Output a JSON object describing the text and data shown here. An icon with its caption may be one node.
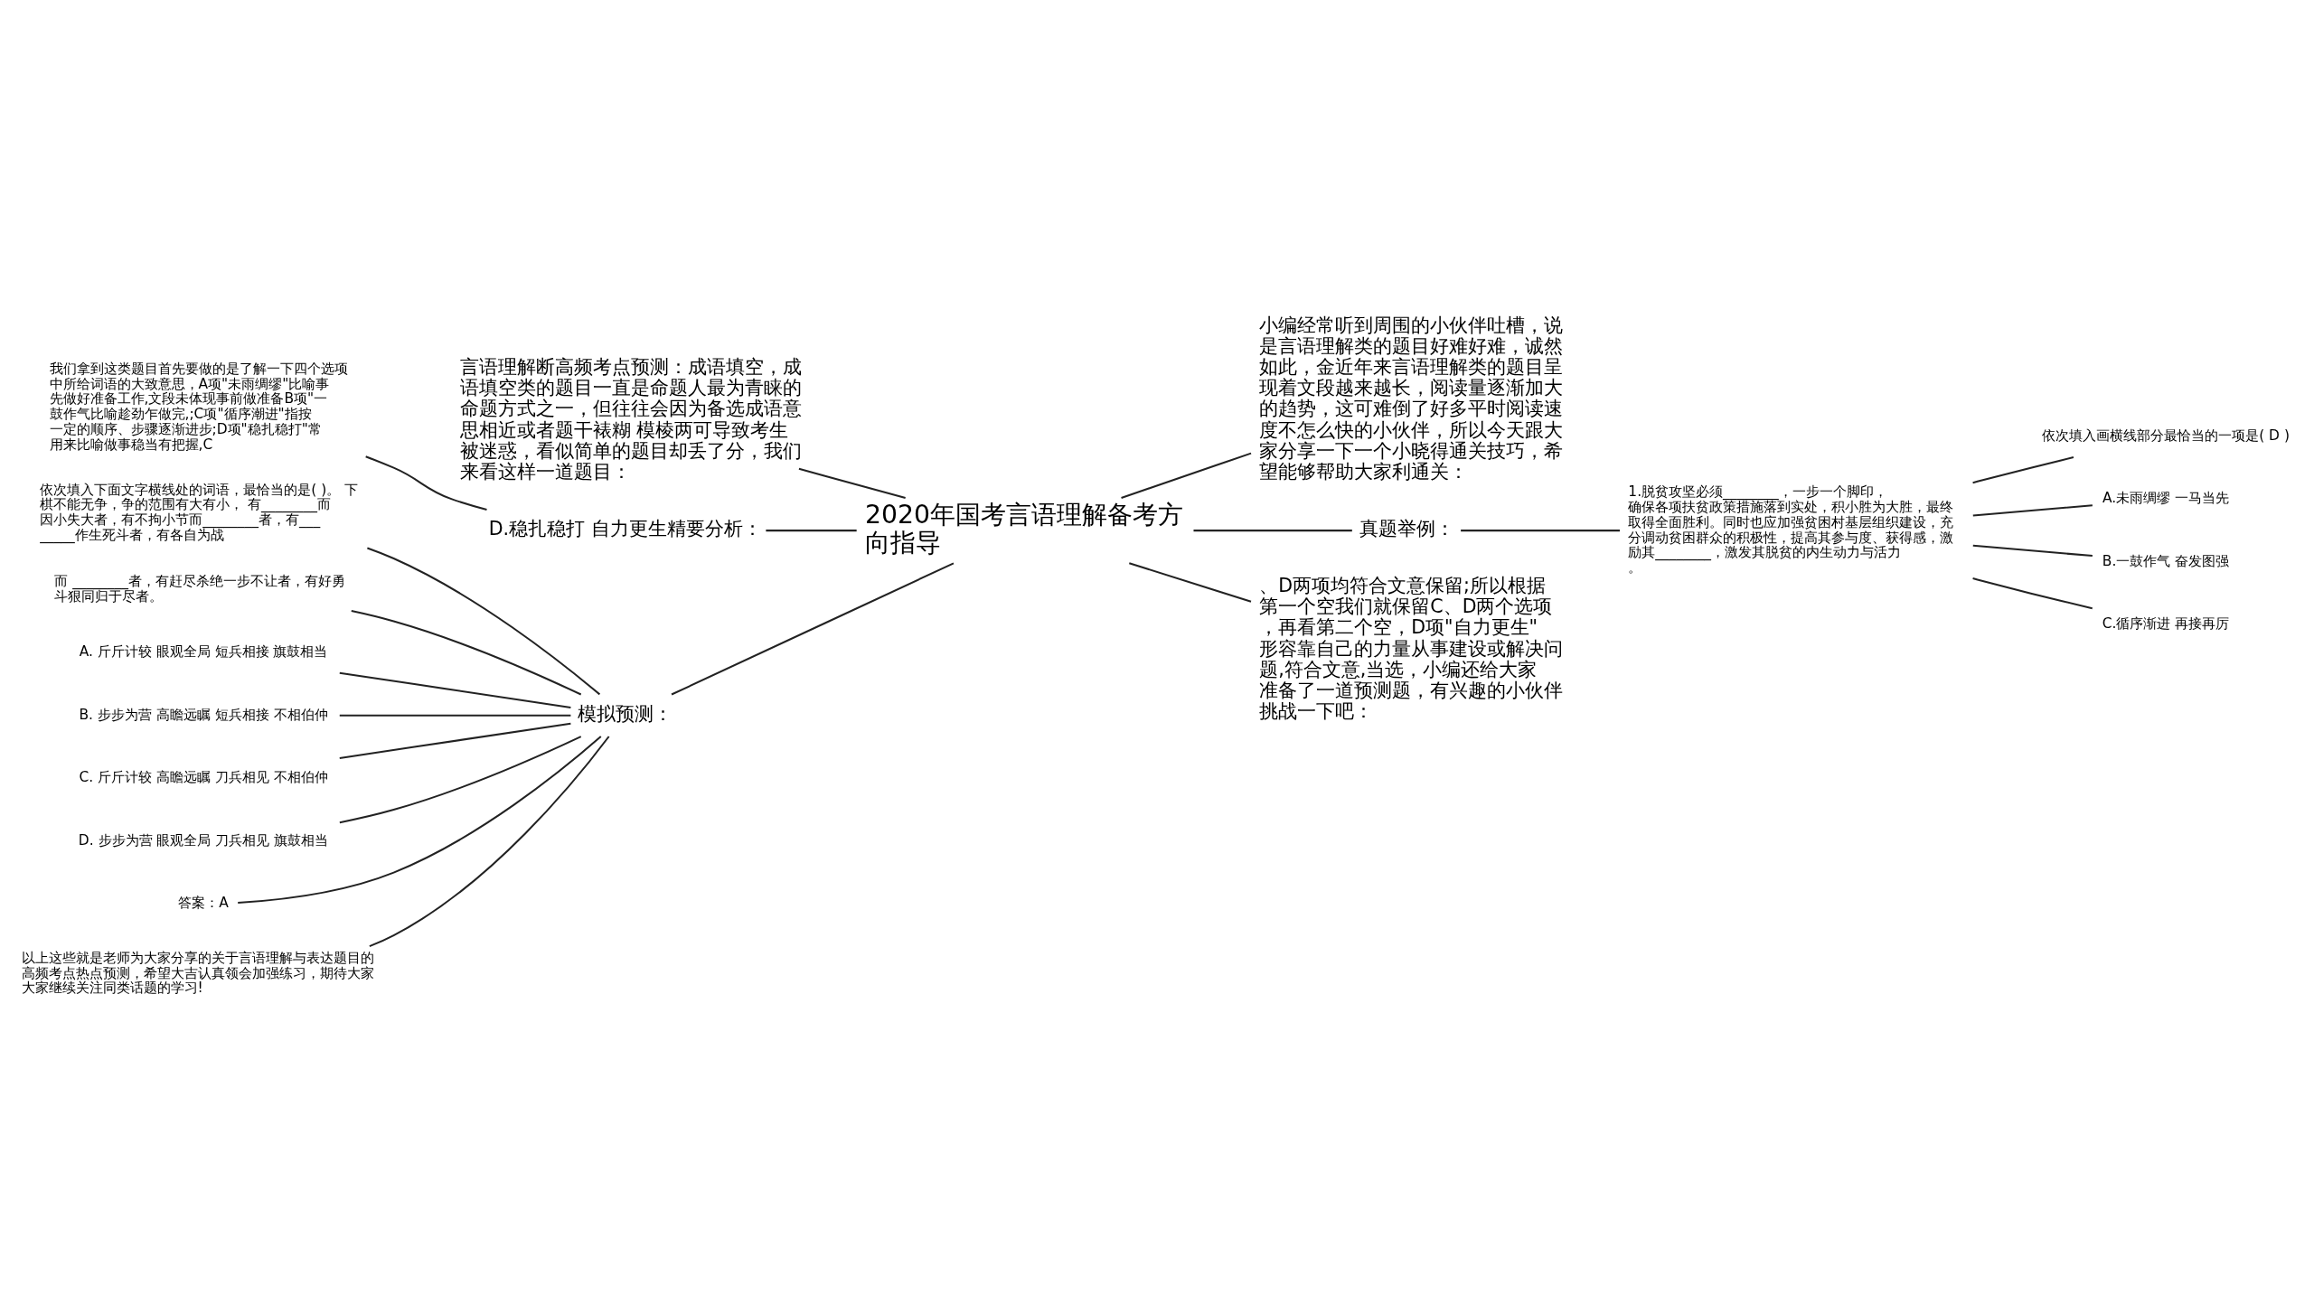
{
  "diagram": {
    "nodes": [
      {
        "text": [
          "2020年国考言语理解备考方向指导"
        ]
      },
      {
        "text": [
          "言语理解断高频考点预测：成语填空，成语填空类的题目一直是命题人最为青睐的命题方式之一，但往往会因为备选成语意思相近或者题干裱糊 模棱两可导致考生被迷惑，看似简单的题目却丢了分，我们来看这样一道题目："
        ]
      },
      {
        "text": [
          "D.稳扎稳打 自力更生精要分析："
        ]
      },
      {
        "text": [
          "我们拿到这类题目首先要做的是了解一下四个选项中所给词语的大致意思，A项\"未雨绸缪\"比喻事先做好准备工作,文段未体现事前做准备B项\"一鼓作气比喻趁劲乍做完,;C项\"循序潮进\"指按一定的顺序、步骤逐渐进步;D项\"稳扎稳打\"常用来比喻做事稳当有把握,C"
        ]
      },
      {
        "text": [
          "模拟预测："
        ]
      },
      {
        "text": [
          "依次填入下面文字横线处的词语，最恰当的是( )。 下棋不能无争，争的范围有大有小， 有________而因小失大者，有不拘小节而________者，有________作生死斗者，有各自为战"
        ]
      },
      {
        "text": [
          "而 ________者，有赶尽杀绝一步不让者，有好勇斗狠同归于尽者。"
        ]
      },
      {
        "text": [
          "A. 斤斤计较 眼观全局 短兵相接 旗鼓相当"
        ]
      },
      {
        "text": [
          "B. 步步为营 高瞻远瞩 短兵相接 不相伯仲"
        ]
      },
      {
        "text": [
          "C. 斤斤计较 高瞻远瞩 刀兵相见 不相伯仲"
        ]
      },
      {
        "text": [
          "D. 步步为营 眼观全局 刀兵相见 旗鼓相当"
        ]
      },
      {
        "text": [
          "答案：A"
        ]
      },
      {
        "text": [
          "以上这些就是老师为大家分享的关于言语理解与表达题目的高频考点热点预测，希望大吉认真领会加强练习，期待大家大家继续关注同类话题的学习!"
        ]
      },
      {
        "text": [
          "小编经常听到周围的小伙伴吐槽，说是言语理解类的题目好难好难，诚然如此，金近年来言语理解类的题目呈现着文段越来越长，阅读量逐渐加大的趋势，这可难倒了好多平时阅读速度不怎么快的小伙伴，所以今天跟大家分享一下一个小晓得通关技巧，希望能够帮助大家利通关："
        ]
      },
      {
        "text": [
          "真题举例："
        ]
      },
      {
        "text": [
          "1.脱贫攻坚必须________，一步一个脚印，确保各项扶贫政策措施落到实处，积小胜为大胜，最终取得全面胜利。同时也应加强贫困村基层组织建设，充分调动贫困群众的积极性，提高其参与度、获得感，激励其________，激发其脱贫的内生动力与活力。"
        ]
      },
      {
        "text": [
          "依次填入画横线部分最恰当的一项是( D )"
        ]
      },
      {
        "text": [
          "A.未雨绸缪 一马当先"
        ]
      },
      {
        "text": [
          "B.一鼓作气 奋发图强"
        ]
      },
      {
        "text": [
          "C.循序渐进 再接再厉"
        ]
      },
      {
        "text": [
          "、D两项均符合文意保留;所以根据第一个空我们就保留C、D两个选项，再看第二个空，D项\"自力更生\"形容靠自己的力量从事建设或解决问题,符合文意,当选，小编还给大家准备了一道预测题，有兴趣的小伙伴挑战一下吧："
        ]
      }
    ],
    "edges": [
      {
        "from": 1,
        "to": 0,
        "arrow": "none"
      },
      {
        "from": 2,
        "to": 0,
        "arrow": "none"
      },
      {
        "from": 3,
        "to": 2,
        "arrow": "none"
      },
      {
        "from": 4,
        "to": 0,
        "arrow": "none"
      },
      {
        "from": 5,
        "to": 4,
        "arrow": "none"
      },
      {
        "from": 6,
        "to": 4,
        "arrow": "none"
      },
      {
        "from": 7,
        "to": 4,
        "arrow": "none"
      },
      {
        "from": 8,
        "to": 4,
        "arrow": "none"
      },
      {
        "from": 9,
        "to": 4,
        "arrow": "none"
      },
      {
        "from": 10,
        "to": 4,
        "arrow": "none"
      },
      {
        "from": 11,
        "to": 4,
        "arrow": "none"
      },
      {
        "from": 12,
        "to": 4,
        "arrow": "none"
      },
      {
        "from": 0,
        "to": 13,
        "arrow": "none"
      },
      {
        "from": 0,
        "to": 14,
        "arrow": "none"
      },
      {
        "from": 14,
        "to": 15,
        "arrow": "none"
      },
      {
        "from": 15,
        "to": 16,
        "arrow": "none"
      },
      {
        "from": 15,
        "to": 17,
        "arrow": "none"
      },
      {
        "from": 15,
        "to": 18,
        "arrow": "none"
      },
      {
        "from": 15,
        "to": 19,
        "arrow": "none"
      },
      {
        "from": 0,
        "to": 20,
        "arrow": "none"
      }
    ]
  }
}
